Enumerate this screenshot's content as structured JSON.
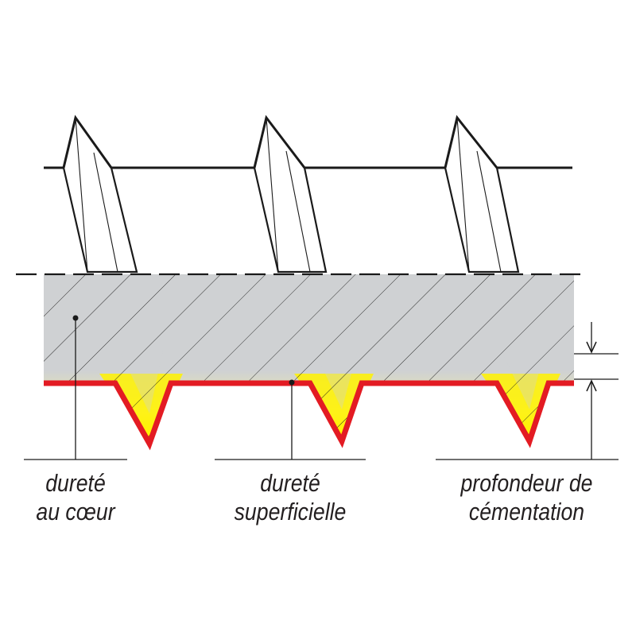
{
  "labels": {
    "core_hardness": [
      "dureté",
      "au cœur"
    ],
    "surface_hardness": [
      "dureté",
      "superficielle"
    ],
    "case_depth": [
      "profondeur de",
      "cémentation"
    ]
  },
  "colors": {
    "substrate": "#cfd1d3",
    "hardened_layer": "#fff200",
    "surface_line": "#e31b23",
    "outline": "#1a1a1a"
  }
}
